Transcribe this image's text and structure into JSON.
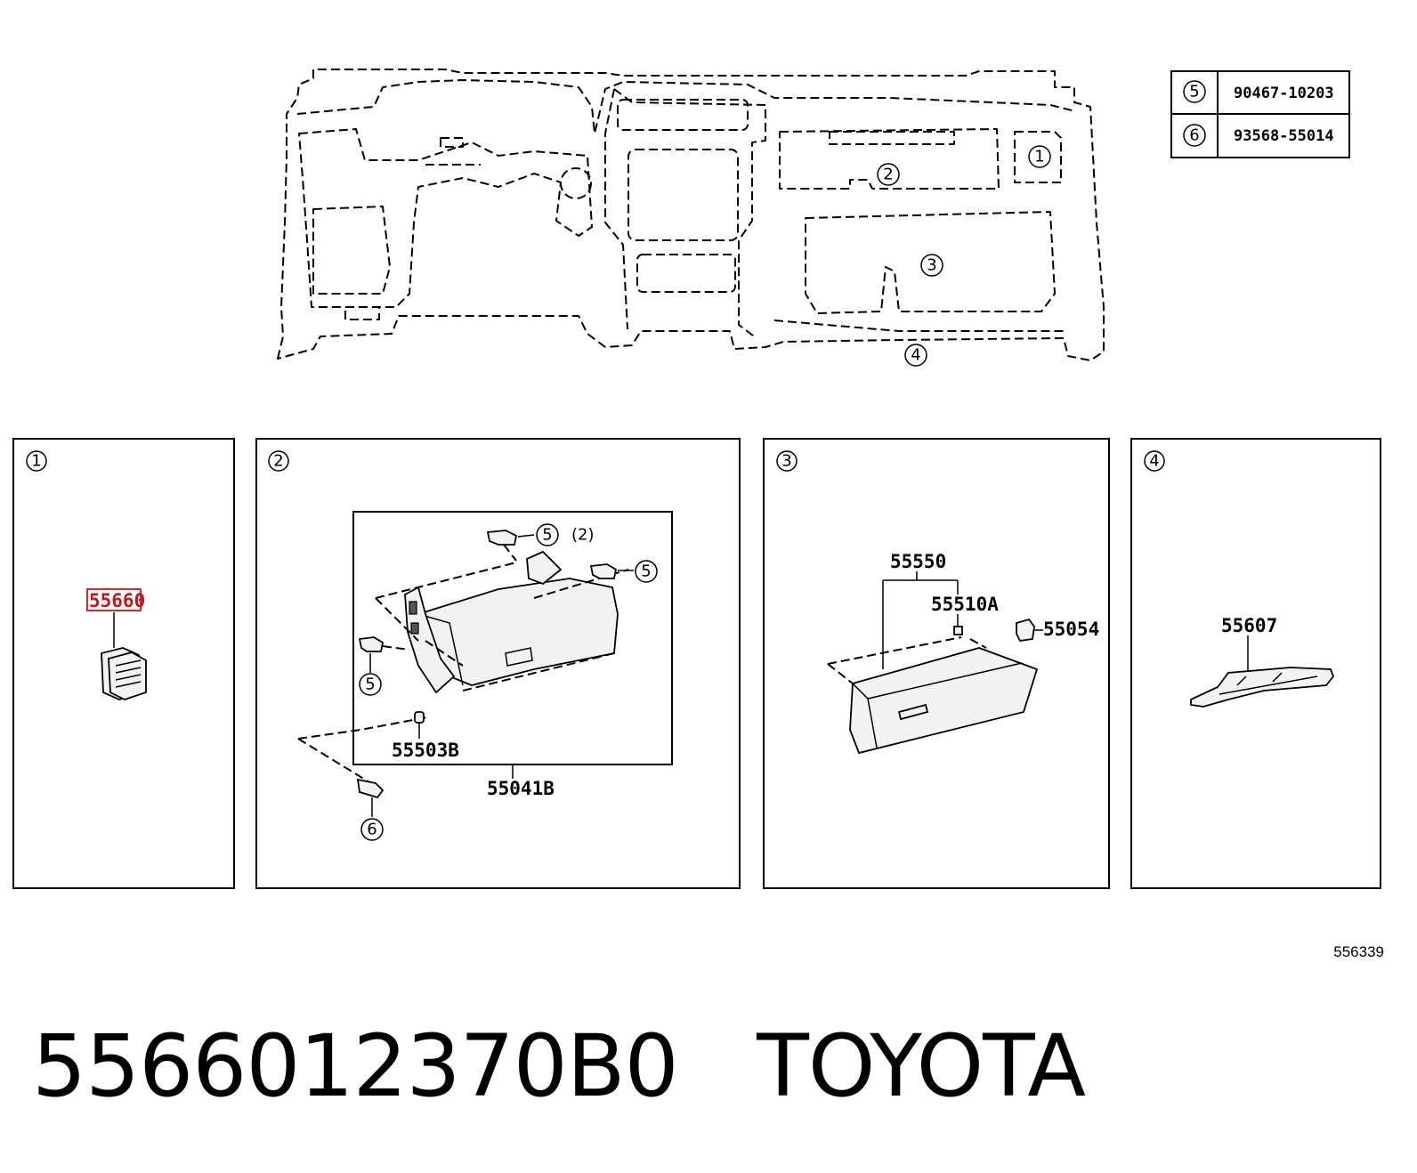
{
  "overview": {
    "markers": [
      "1",
      "2",
      "3",
      "4"
    ]
  },
  "fastener_table": {
    "rows": [
      {
        "ref": "5",
        "part": "90467-10203"
      },
      {
        "ref": "6",
        "part": "93568-55014"
      }
    ]
  },
  "panels": [
    {
      "id": "1",
      "labels": [
        "55660"
      ],
      "highlighted": "55660",
      "highlight_color": "#e0262b"
    },
    {
      "id": "2",
      "labels": [
        "55503B",
        "55041B"
      ],
      "callouts": [
        {
          "ref": "5",
          "qty": "(2)"
        },
        {
          "ref": "5"
        },
        {
          "ref": "5"
        },
        {
          "ref": "6"
        }
      ]
    },
    {
      "id": "3",
      "labels": [
        "55550",
        "55510A",
        "55054"
      ]
    },
    {
      "id": "4",
      "labels": [
        "55607"
      ]
    }
  ],
  "diagram_ref": "556339",
  "footer": {
    "part_number": "5566012370B0",
    "brand": "TOYOTA",
    "separator": "   "
  }
}
